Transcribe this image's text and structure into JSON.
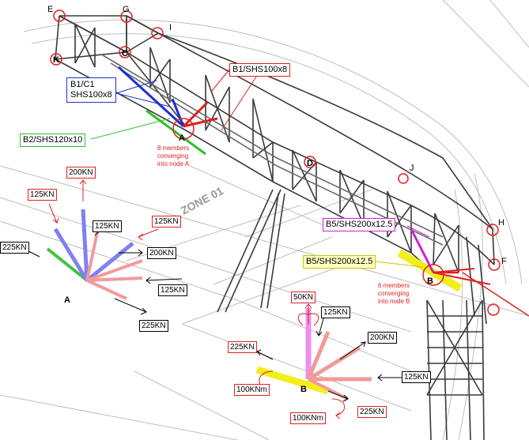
{
  "nodes": {
    "E": "E",
    "G": "G",
    "I": "I",
    "C": "C",
    "K": "K",
    "A": "A",
    "D": "D",
    "J": "J",
    "H": "H",
    "F": "F",
    "B": "B"
  },
  "zone_label": "ZONE 01",
  "callouts": {
    "b1c1_line1": "B1/C1",
    "b1c1_line2": "SHS100x8",
    "b1": "B1/SHS100x8",
    "b2": "B2/SHS120x10",
    "b5_magenta": "B5/SHS200x12.5",
    "b5_yellow": "B5/SHS200x12.5"
  },
  "notes": {
    "a_line1": "8 members",
    "a_line2": "converging",
    "a_line3": "into node A",
    "b_line1": "6 members",
    "b_line2": "converging",
    "b_line3": "into node B"
  },
  "node_a_forces": {
    "title": "A",
    "f200": "200KN",
    "f125_red": "125KN",
    "f125_top": "125KN",
    "f125_right_red": "125KN",
    "f200_right": "200KN",
    "f125_bottom": "125KN",
    "f225_left": "225KN",
    "f225_bottom": "225KN"
  },
  "node_b_forces": {
    "title": "B",
    "f50": "50KN",
    "f125_top": "125KN",
    "f200_right": "200KN",
    "f225_left": "225KN",
    "f125_right": "125KN",
    "m100_left": "100KNm",
    "m100_bottom": "100KNm",
    "f225_bottom": "225KN"
  },
  "colors": {
    "red": "#e02020",
    "blue": "#1f2fd0",
    "green": "#2fbf2f",
    "magenta": "#d020d0",
    "yellow": "#f2ee1a"
  }
}
